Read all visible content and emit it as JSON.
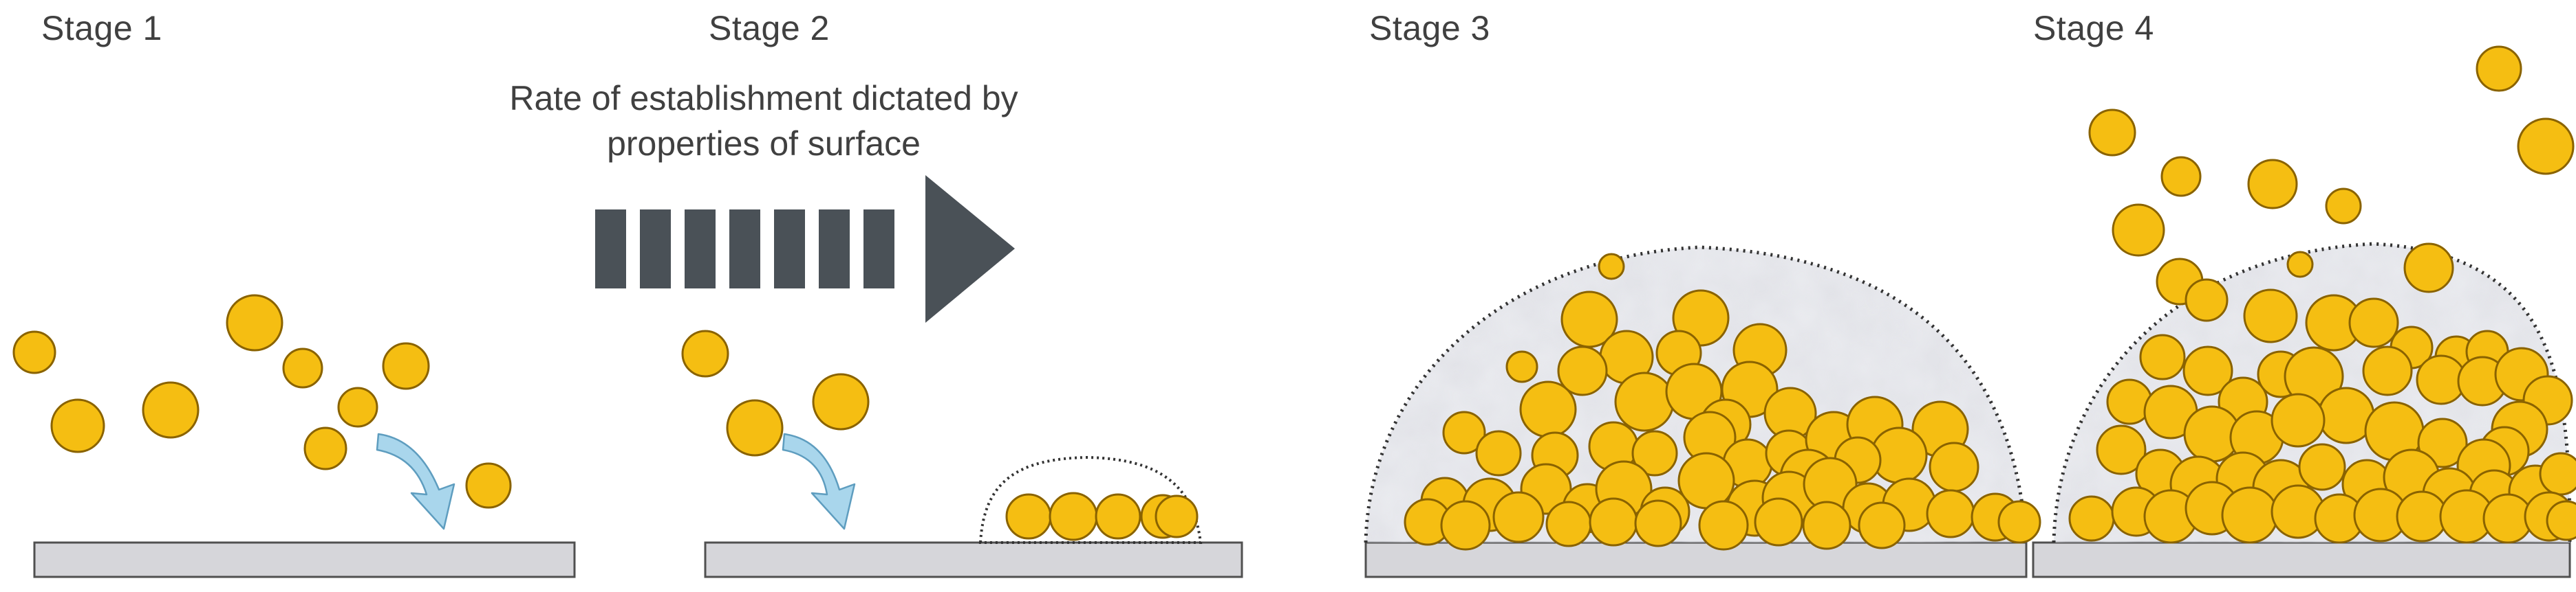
{
  "stages": [
    {
      "label": "Stage 1"
    },
    {
      "label": "Stage 2"
    },
    {
      "label": "Stage 3"
    },
    {
      "label": "Stage 4"
    }
  ],
  "arrow_caption": {
    "line1": "Rate of establishment dictated by",
    "line2": "properties of surface"
  },
  "colors": {
    "cell_fill": "#F5BE12",
    "cell_stroke": "#8A6300",
    "surface_fill": "#D6D6DA",
    "surface_stroke": "#505050",
    "block_arrow": "#4A5157",
    "attach_arrow": "#A9D6EC",
    "attach_arrow_stroke": "#5E9DBF",
    "matrix_fill": "#C8C9D3",
    "matrix_outline": "#333333"
  },
  "icons": {
    "planktonic_cell": "yellow-circle",
    "substratum": "grey-bar",
    "progression_arrow": "dashed-block-arrow",
    "attachment_arrow": "curved-blue-arrow",
    "biofilm_matrix": "grey-dome-dotted-outline"
  }
}
